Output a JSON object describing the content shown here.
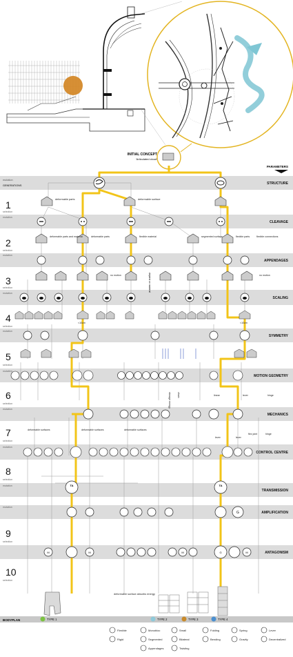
{
  "header": {
    "initial_concept": "INITIAL CONCEPT",
    "initial_concept_sub": "'Articulated cloud'",
    "parameters": "PARAMETERS",
    "generations": "GENERATIONS"
  },
  "row_labels": {
    "mutation": "mutation",
    "selection": "selection",
    "mutation_alt": "mutatien"
  },
  "parameters": [
    "STRUCTURE",
    "CLEAVAGE",
    "APPENDAGES",
    "SCALING",
    "SYMMETRY",
    "MOTION GEOMETRY",
    "MECHANICS",
    "CONTROL CENTRE",
    "TRANSMISSION",
    "AMPLIFICATION",
    "ANTAGONISM"
  ],
  "generations": [
    "1",
    "2",
    "3",
    "4",
    "5",
    "6",
    "7",
    "8",
    "9",
    "10"
  ],
  "annotations": {
    "deformable_parts": "deformable parts",
    "deformable_surface": "deformable surface",
    "deformable_parts_and_material": "deformable parts and material",
    "flexible_material": "flexible material",
    "segmented_surface": "segmented surface",
    "flexible_parts": "flexible parts",
    "flexible_connections": "flexible connections",
    "no_motion": "no motion",
    "less_10cm": "<10cm",
    "depend_on_material": "depend on material",
    "deformable_surfaces": "deformable surfaces",
    "lever": "lever",
    "hinge": "hinge",
    "flex_joint": "flex joint",
    "chain": "chain",
    "linear": "linear",
    "storage_energy": "storage energy",
    "deformable_surface_absorbs_energy": "deformable surface absorbs energy",
    "G": "G",
    "M": "M",
    "TA": "TA"
  },
  "bodyplan": {
    "label": "BODYPLAN",
    "types": [
      {
        "name": "TYPE 1",
        "color": "#7cc242"
      },
      {
        "name": "TYPE 2",
        "color": "#8fc9d9"
      },
      {
        "name": "TYPE 3",
        "color": "#c98a2a"
      },
      {
        "name": "TYPE 4",
        "color": "#4a8fd0"
      }
    ]
  },
  "legend": [
    {
      "icon": "flexible-icon",
      "label": "Flexible"
    },
    {
      "icon": "rigid-icon",
      "label": "Rigid"
    },
    {
      "icon": "monobloc-icon",
      "label": "Monobloc"
    },
    {
      "icon": "segmented-icon",
      "label": "Segmented"
    },
    {
      "icon": "appendages-icon",
      "label": "Appendages"
    },
    {
      "icon": "small-icon",
      "label": "Small"
    },
    {
      "icon": "bilateral-icon",
      "label": "Bilateral"
    },
    {
      "icon": "twisting-icon",
      "label": "Twisting"
    },
    {
      "icon": "folding-icon",
      "label": "Folding"
    },
    {
      "icon": "bending-icon",
      "label": "Bending"
    },
    {
      "icon": "spring-icon",
      "label": "Spring"
    },
    {
      "icon": "gravity-icon",
      "label": "Gravity"
    },
    {
      "icon": "lever-icon",
      "label": "Lever"
    },
    {
      "icon": "decentralized-icon",
      "label": "Decentralized"
    }
  ],
  "colors": {
    "band": "#dcdcdc",
    "path": "#f2c418",
    "accent_orange": "#d4892a",
    "swirl_blue": "#7fc6d4",
    "bodyplan_bar": "#c8c8c8"
  }
}
